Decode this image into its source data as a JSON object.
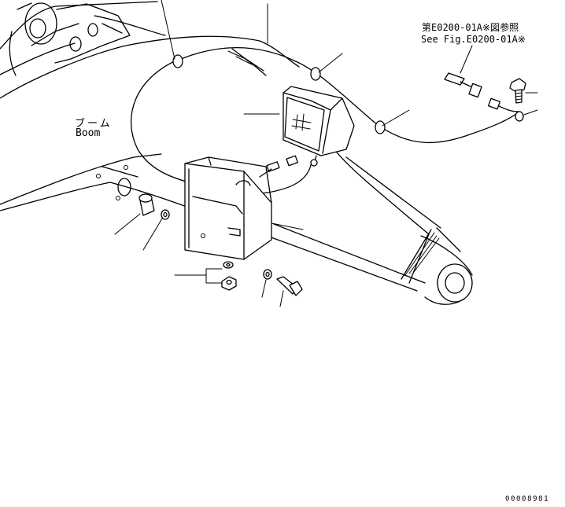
{
  "labels": {
    "boom_jp": "ブーム",
    "boom_en": "Boom",
    "ref_jp": "第E0200-01A※図参照",
    "ref_en": "See Fig.E0200-01A※"
  },
  "drawing_number": "00008981"
}
